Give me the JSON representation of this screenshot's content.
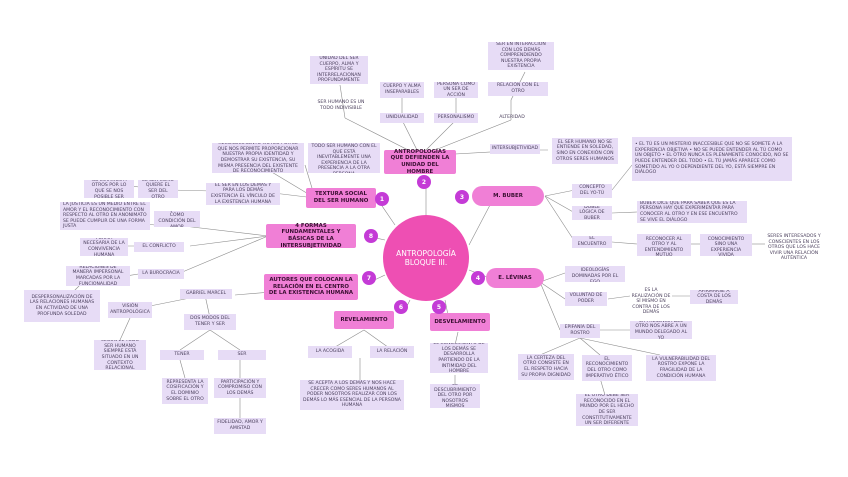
{
  "center": {
    "line1": "ANTROPOLOGÍA",
    "line2": "BLOQUE III."
  },
  "colors": {
    "topic": "#f07fd6",
    "number": "#c43bd6",
    "center": "#ee4fb3",
    "note": "#e7dcf6",
    "link": "#8c8c8c"
  },
  "topics": {
    "t1": {
      "num": "1",
      "label": "TEXTURA SOCIAL DEL SER HUMANO"
    },
    "t2": {
      "num": "2",
      "label": "ANTROPOLOGÍAS QUE DEFIENDEN LA UNIDAD DEL HOMBRE"
    },
    "t3": {
      "num": "3",
      "label": "M. BUBER"
    },
    "t4": {
      "num": "4",
      "label": "E. LÉVINAS"
    },
    "t5": {
      "num": "5",
      "label": "DESVELAMIENTO"
    },
    "t6": {
      "num": "6",
      "label": "REVELAMIENTO"
    },
    "t7": {
      "num": "7",
      "label": "AUTORES QUE COLOCAN LA RELACIÓN EN EL CENTRO DE LA EXISTENCIA HUMANA"
    },
    "t8": {
      "num": "8",
      "label": "4 FORMAS FUNDAMENTALES Y BÁSICAS DE LA INTERSUBJETIVIDAD"
    }
  },
  "notes": {
    "n_unidad_ser": "UNIDAD DEL SER CUERPO, ALMA Y ESPÍRITU SE INTERRELACIONAN PROFUNDAMENTE",
    "n_ser_humano_todo": "SER HUMANO ES UN TODO INDIVISIBLE",
    "n_cuerpo_alma": "CUERPO Y ALMA INSEPARABLES",
    "n_un_dualidad": "UNIDUALIDAD",
    "n_persona_ser": "PERSONA COMO UN SER DE ACCIÓN",
    "n_personalismo": "PERSONALISMO",
    "n_ser_interaccion": "SER EN INTERACCIÓN CON LOS DEMÁS COMPRENDIENDO NUESTRA PROPIA EXISTENCIA",
    "n_relacion_otro": "RELACIÓN CON EL OTRO",
    "n_alteridad": "ALTERIDAD",
    "n_intersubjetividad": "INTERSUBJETIVIDAD",
    "n_ser_humano_no_se": "EL SER HUMANO NO SE ENTIENDE EN SOLEDAD, SINO EN CONEXIÓN CON OTROS SERES HUMANOS",
    "n_reconocimiento": "RECONOCIMIENTO MUTUO POR EL QUE NOS PERMITE PROPORCIONAR NUESTRA PROPIA IDENTIDAD Y DEMOSTRAR SU EXISTENCIA, SU MISMA PRESENCIA DEL EXISTENTE DE RECONOCIMIENTO",
    "n_ser_humano_existe": "EL SER HUMANO EXISTE EN TODO SER HUMANO CON EL QUE ESTÁ INEVITABLEMENTE UNA EXPERIENCIA DE LA PRESENCIA A LA OTRA PERSONA",
    "n_relacion_demas": "EL SER EN LOS DEMÁS Y PARA LOS DEMÁS EXISTENCIA EL VÍNCULO DE LA EXISTENCIA HUMANA",
    "n_no_estamos": "NO ESTAMOS A OTROS POR LO QUE SE NOS POSIBLE SER",
    "n_el_ser_como": "EL SER COMO QUIERE EL SER DEL OTRO",
    "n_justicia_medio": "LA JUSTICIA ES UN MEDIO ENTRE EL AMOR Y EL RECONOCIMIENTO CON RESPECTO AL OTRO EN ANONIMATO SE PUEDE CUMPLIR DE UNA FORMA JUSTA",
    "n_justicia_condicion": "LA JUSTICIA COMO CONDICIÓN DEL AMOR",
    "n_forma_necesaria": "FORMA NECESARIA DE LA CONVIVENCIA HUMANA",
    "n_conflicto": "EL CONFLICTO",
    "n_relaciones_impersonales": "RELACIONES DE MANERA IMPERSONAL MARCADAS POR LA FUNCIONALIDAD",
    "n_burocracia": "LA BUROCRACIA",
    "n_dstext": "DESPERSONALIZACIÓN DE LAS RELACIONES HUMANAS EN ACTIVIDAD DE UNA PROFUNDA SOLEDAD",
    "n_gabriel_marcel": "GABRIEL MARCEL",
    "n_vision_antropologica": "VISIÓN ANTROPOLÓGICA",
    "n_dos_modos": "DOS MODOS DEL TENER Y SER",
    "n_tener": "TENER",
    "n_ser": "SER",
    "n_segun_todo": "SEGÚN EL TODO SER HUMANO SIEMPRE ESTÁ SITUADO EN UN CONTEXTO RELACIONAL",
    "n_representa": "REPRESENTA LA COSIFICACIÓN Y EL DOMINIO SOBRE EL OTRO",
    "n_participacion": "PARTICIPACIÓN Y COMPROMISO CON LOS DEMÁS",
    "n_fidelidad": "FIDELIDAD, AMOR Y AMISTAD",
    "n_acogida": "LA ACOGIDA",
    "n_relacion_ser": "LA RELACIÓN",
    "n_aceptacion": "SE ACEPTA A LOS DEMÁS Y NOS HACE CRECER COMO SERES HUMANOS AL PODER NOSOTROS REALIZAR CON LOS DEMÁS LO MÁS ESENCIAL DE LA PERSONA HUMANA",
    "n_conocimiento": "EL CONOCIMIENTO DE LOS DEMÁS SE DESARROLLA PARTIENDO DE LA INTIMIDAD DEL HOMBRE",
    "n_el_descubrimiento": "EL DESCUBRIMIENTO DEL OTRO POR NOSOTROS MISMOS",
    "n_concepto": "CONCEPTO DEL YO-TÚ",
    "n_doble_logica": "DOBLE LÓGICA DE BUBER",
    "n_encuentro": "EL ENCUENTRO",
    "n_buber_bullets": "• EL TÚ ES UN MISTERIO INACCESIBLE QUE NO SE SOMETE A LA EXPERIENCIA OBJETIVA • NO SE PUEDE ENTENDER AL TÚ COMO UN OBJETO • EL OTRO NUNCA ES PLENAMENTE CONOCIDO, NO SE PUEDE ENTENDER DEL TODO • EL TÚ JAMÁS APARECE COMO SOMETIDO AL YO O DEPENDIENTE DEL YO, ESTÁ SIEMPRE EN DIÁLOGO",
    "n_buber_dice": "BUBER DICE QUE PARA SABER QUE ES LA PERSONA HAY QUE EXPERIMENTAR PARA CONOCER AL OTRO Y EN ESE ENCUENTRO SE VIVE EL DIÁLOGO",
    "n_acto_yo_tu": "ACTO DE AMOR AL RECONOCER AL OTRO Y AL ENTENDIMIENTO MUTUO",
    "n_no_es_solo": "NO ES UN SIMPLE CONOCIMIENTO SINO UNA EXPERIENCIA VIVIDA",
    "n_seres_interesados": "SERES INTERESADOS Y CONSCIENTES EN LOS OTROS QUE LOS HACE VIVIR UNA RELACIÓN AUTÉNTICA",
    "n_critica_ideologias": "CRÍTICA LAS IDEOLOGÍAS DOMINADAS POR EL EGO",
    "n_voluntad_poder": "VOLUNTAD DE PODER",
    "n_realizacion": "ES LA REALIZACIÓN DE SÍ MISMO EN CONTRA DE LOS DEMÁS",
    "n_afirmarse": "AFIRMARSE A COSTA DE LOS DEMÁS",
    "n_epifania": "EPIFANÍA DEL ROSTRO",
    "n_presencia_otro": "LA PRESENCIA DEL OTRO NOS ABRE A UN MUNDO DELEGADO AL YO",
    "n_el_otro_rostro": "LA CERTEZA DEL OTRO CONSISTE EN EL RESPETO HACIA SU PROPIA DIGNIDAD",
    "n_reconocimiento_otro": "EL RECONOCIMIENTO DEL OTRO COMO IMPERATIVO ÉTICO",
    "n_vulnerabilidad": "LA VULNERABILIDAD DEL ROSTRO EXPONE LA FRAGILIDAD DE LA CONDICIÓN HUMANA",
    "n_otro_debe": "EL OTRO DEBE SER RECONOCIDO EN EL MUNDO POR EL HECHO DE SER CONSTITUTIVAMENTE UN SER DIFERENTE"
  }
}
